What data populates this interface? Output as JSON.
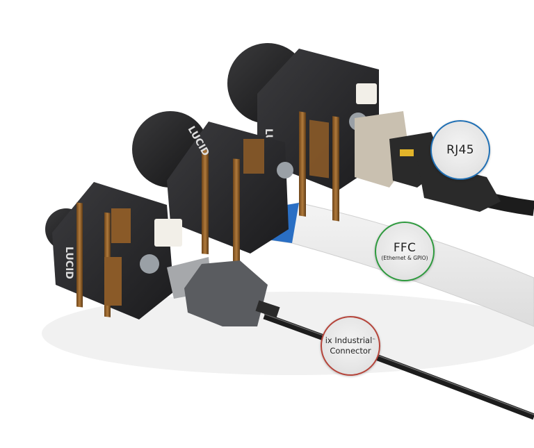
{
  "image": {
    "description": "Three LUCID board-level cameras with different interface connectors",
    "brand_logo_text": "LUCID"
  },
  "callouts": [
    {
      "id": "rj45",
      "main": "RJ45",
      "sub": "",
      "border_color": "#1f6fb4"
    },
    {
      "id": "ffc",
      "main": "FFC",
      "sub": "(Ethernet & GPIO)",
      "border_color": "#2e9a3e"
    },
    {
      "id": "ix",
      "line1": "ix Industrial",
      "tm": "™",
      "line2": "Connector",
      "border_color": "#b5443a"
    }
  ],
  "colors": {
    "background": "#ffffff",
    "camera_body": "#2b2b2d",
    "copper_trim": "#a8783e",
    "ffc_tab": "#2a6fc4",
    "ffc_ribbon": "#e8e8e8",
    "cable": "#1c1c1c",
    "rj45_jack": "#c9c0b0",
    "ix_plug": "#5a5c60"
  }
}
